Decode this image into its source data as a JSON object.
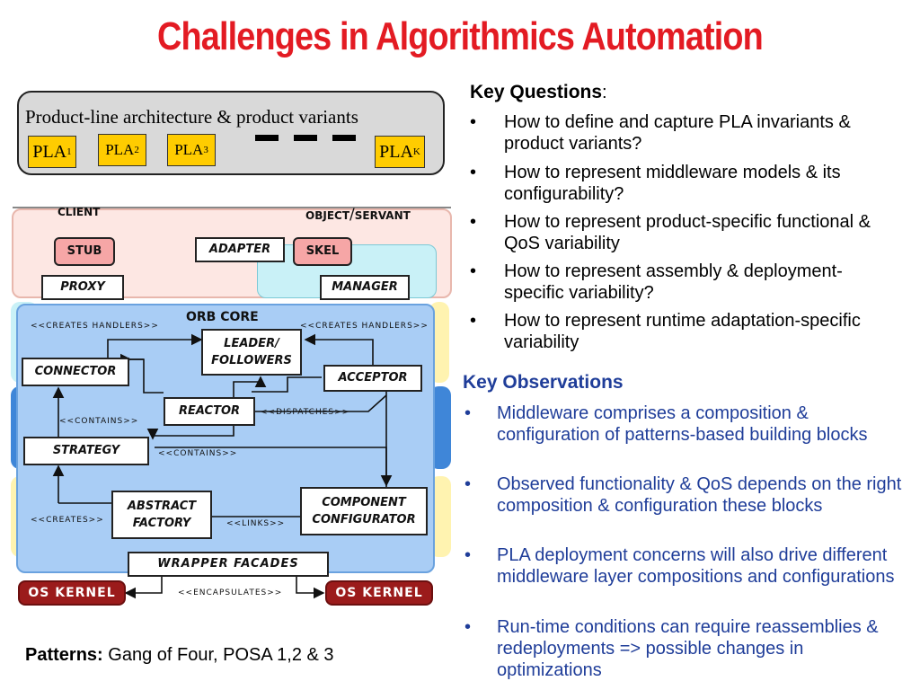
{
  "title": "Challenges in Algorithmics Automation",
  "pla": {
    "heading": "Product-line architecture & product variants",
    "items": [
      {
        "base": "PLA",
        "sub": "1"
      },
      {
        "base": "PLA",
        "sub": "2"
      },
      {
        "base": "PLA",
        "sub": "3"
      },
      {
        "base": "PLA",
        "sub": "K"
      }
    ]
  },
  "diagram": {
    "client": "CLIENT",
    "object_servant_a": "OBJECT",
    "object_servant_sep": "/",
    "object_servant_b": "SERVANT",
    "stub": "STUB",
    "adapter": "ADAPTER",
    "skel": "SKEL",
    "proxy": "PROXY",
    "manager": "MANAGER",
    "orb_core": "ORB CORE",
    "creates_handlers_left": "<<CREATES HANDLERS>>",
    "creates_handlers_right": "<<CREATES HANDLERS>>",
    "leader_followers_a": "LEADER/",
    "leader_followers_b": "FOLLOWERS",
    "connector": "CONNECTOR",
    "acceptor": "ACCEPTOR",
    "reactor": "REACTOR",
    "dispatches": "<<DISPATCHES>>",
    "contains_left": "<<CONTAINS>>",
    "strategy": "STRATEGY",
    "contains_mid": "<<CONTAINS>>",
    "abstract_factory_a": "ABSTRACT",
    "abstract_factory_b": "FACTORY",
    "component_configurator_a": "COMPONENT",
    "component_configurator_b": "CONFIGURATOR",
    "creates": "<<CREATES>>",
    "links": "<<LINKS>>",
    "wrapper_facades": "WRAPPER FACADES",
    "os_kernel_left": "OS KERNEL",
    "os_kernel_right": "OS KERNEL",
    "encapsulates": "<<ENCAPSULATES>>"
  },
  "patterns": {
    "label": "Patterns:",
    "text": " Gang of Four, POSA 1,2 & 3"
  },
  "key_questions": {
    "heading": "Key Questions",
    "colon": ":",
    "bullet": "•",
    "items": [
      "How to define and capture PLA invariants & product variants?",
      "How to represent middleware models & its configurability?",
      "How to represent product-specific functional & QoS variability",
      "How to represent assembly & deployment-specific variability?",
      "How to represent runtime adaptation-specific variability"
    ]
  },
  "key_observations": {
    "heading": "Key Observations",
    "bullet": "•",
    "items": [
      "Middleware comprises a composition & configuration of patterns-based building blocks",
      "Observed functionality & QoS depends on the right composition & configuration these blocks",
      "PLA deployment concerns will also drive different middleware layer compositions and configurations",
      "Run-time conditions can require reassemblies & redeployments => possible changes in optimizations"
    ]
  },
  "colors": {
    "title": "#e31b23",
    "observations": "#1f3d99",
    "pla_fill": "#ffcc00",
    "orb_core": "#a9cdf5",
    "kernel": "#9b1b1b"
  }
}
